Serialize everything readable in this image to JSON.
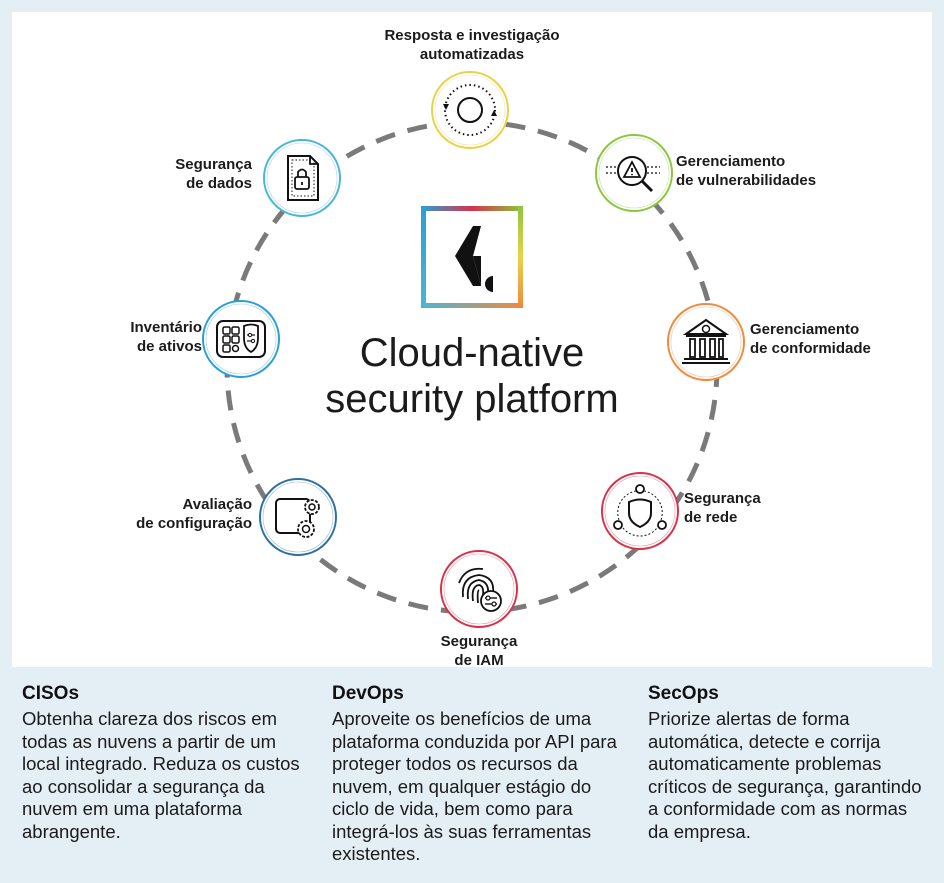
{
  "diagram": {
    "title": "Cloud-native\nsecurity platform",
    "colors": {
      "ring_dash": "#7a7a7a",
      "background": "#e4eef5",
      "text": "#1b1b1b"
    },
    "nodes": [
      {
        "id": "resposta",
        "label": "Resposta e investigação\nautomatizadas",
        "color": "#e8d24a",
        "icon": "refresh-cycle-icon"
      },
      {
        "id": "vulnerabilidades",
        "label": "Gerenciamento\nde vulnerabilidades",
        "color": "#8cc63f",
        "icon": "warning-magnifier-icon"
      },
      {
        "id": "conformidade",
        "label": "Gerenciamento\nde conformidade",
        "color": "#f08a3c",
        "icon": "institution-columns-icon"
      },
      {
        "id": "rede",
        "label": "Segurança\nde rede",
        "color": "#d6334a",
        "icon": "network-shield-icon"
      },
      {
        "id": "iam",
        "label": "Segurança\nde IAM",
        "color": "#d6334a",
        "icon": "fingerprint-settings-icon"
      },
      {
        "id": "configuracao",
        "label": "Avaliação\nde configuração",
        "color": "#2f6f9f",
        "icon": "window-gears-icon"
      },
      {
        "id": "inventario",
        "label": "Inventário\nde ativos",
        "color": "#2a9fd6",
        "icon": "asset-grid-shield-icon"
      },
      {
        "id": "dados",
        "label": "Segurança\nde dados",
        "color": "#49b6d6",
        "icon": "document-lock-icon"
      }
    ]
  },
  "panels": [
    {
      "heading": "CISOs",
      "text": "Obtenha clareza dos riscos em todas as nuvens a partir de um local integrado. Reduza os custos ao consolidar a segurança da nuvem em uma plataforma abrangente."
    },
    {
      "heading": "DevOps",
      "text": "Aproveite os benefícios de uma plataforma conduzida por API para proteger todos os recursos da nuvem, em qualquer estágio do ciclo de vida, bem como para integrá-los às suas ferramentas existentes."
    },
    {
      "heading": "SecOps",
      "text": "Priorize alertas de forma automática, detecte e corrija automaticamente problemas críticos de segurança, garantindo a conformidade com as normas da empresa."
    }
  ]
}
